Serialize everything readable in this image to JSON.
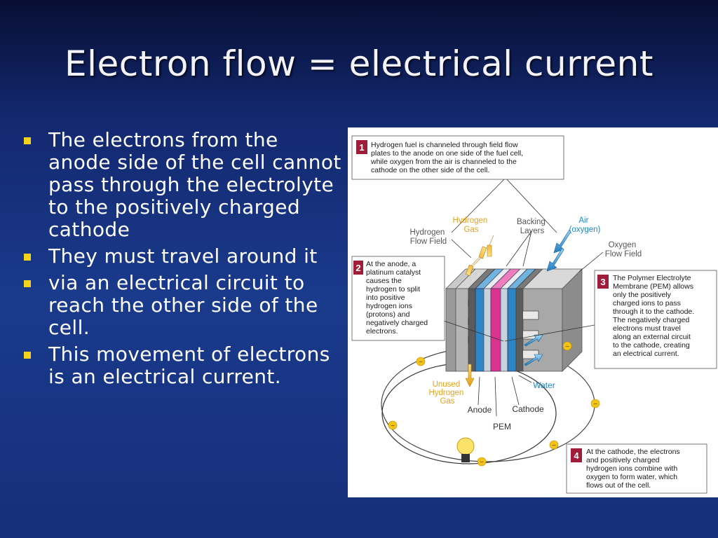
{
  "slide": {
    "title": "Electron flow = electrical current",
    "bullets": [
      "The electrons from the anode side of the cell cannot pass through the electrolyte to the positively charged cathode",
      "They must travel around it",
      "via an electrical circuit to reach the other side of the cell.",
      "This movement of electrons is an electrical current."
    ]
  },
  "diagram": {
    "steps": [
      {
        "number": "1",
        "lines": [
          "Hydrogen fuel is channeled through field flow",
          "plates to the anode on one side of the fuel cell,",
          "while oxygen from the air is channeled to the",
          "cathode on the other side of the cell."
        ]
      },
      {
        "number": "2",
        "lines": [
          "At the anode, a",
          "platinum catalyst",
          "causes the",
          "hydrogen to split",
          "into positive",
          "hydrogen ions",
          "(protons) and",
          "negatively charged",
          "electrons."
        ]
      },
      {
        "number": "3",
        "lines": [
          "The Polymer Electrolyte",
          "Membrane (PEM) allows",
          "only the positively",
          "charged ions to pass",
          "through it to the cathode.",
          "The negatively charged",
          "electrons must travel",
          "along an external circuit",
          "to the cathode, creating",
          "an electrical current."
        ]
      },
      {
        "number": "4",
        "lines": [
          "At the cathode, the electrons",
          "and positively charged",
          "hydrogen ions combine with",
          "oxygen to form water, which",
          "flows out of the cell."
        ]
      }
    ],
    "labels": {
      "hydrogen_gas": [
        "Hydrogen",
        "Gas"
      ],
      "backing_layers": [
        "Backing",
        "Layers"
      ],
      "air_oxygen": [
        "Air",
        "(oxygen)"
      ],
      "hydrogen_flow_field": [
        "Hydrogen",
        "Flow Field"
      ],
      "oxygen_flow_field": [
        "Oxygen",
        "Flow Field"
      ],
      "unused_hydrogen_gas": [
        "Unused",
        "Hydrogen",
        "Gas"
      ],
      "water": "Water",
      "anode": "Anode",
      "cathode": "Cathode",
      "pem": "PEM",
      "electron_symbol": "−"
    },
    "colors": {
      "step_badge": "#a01d3a",
      "hydrogen_label": "#e8a21a",
      "air_label": "#1f86c8",
      "pem_membrane": "#d9338f",
      "electron": "#f3c318",
      "callout_text": "#1a1a1a"
    }
  }
}
